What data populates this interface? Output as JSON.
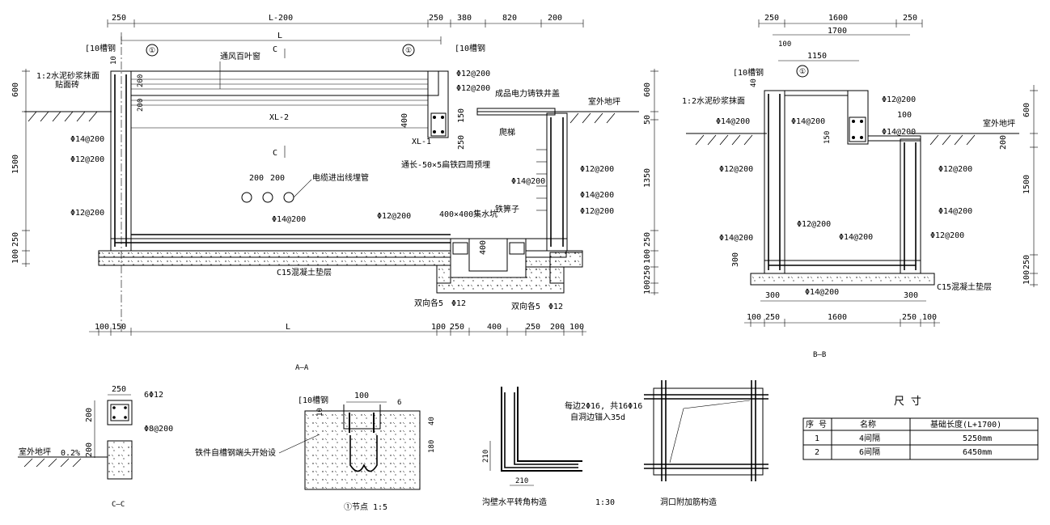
{
  "section_aa": {
    "caption": "A—A",
    "top_dims": [
      "250",
      "L-200",
      "250",
      "380",
      "820",
      "200"
    ],
    "overall_dim": "L",
    "bottom_dims_left": [
      "100",
      "150"
    ],
    "bottom_dim_main": "L",
    "bottom_dims_right": [
      "100",
      "250",
      "400",
      "250",
      "200",
      "100"
    ],
    "left_dims": [
      "600",
      "1500",
      "250",
      "100"
    ],
    "right_dims": [
      "600",
      "50",
      "1350",
      "250",
      "100",
      "250",
      "100"
    ],
    "labels": {
      "channel_left": "[10槽钢",
      "channel_right": "[10槽钢",
      "node_mark": "①",
      "mortar": "1:2水泥砂浆抹面",
      "tile": "贴面砖",
      "louver": "通风百叶窗",
      "cover": "成品电力铸铁井盖",
      "ground": "室外地坪",
      "ladder": "爬梯",
      "beam2": "XL-2",
      "beam1": "XL-1",
      "flatbar": "通长-50×5扁铁四周预埋",
      "conduit": "电缆进出线埋管",
      "sump": "400×400集水坑",
      "grate": "铁箅子",
      "cushion": "C15混凝土垫层",
      "two_way_l": "双向各5",
      "two_way_r": "双向各5",
      "bar_two_way": "Φ12",
      "bar_200_a": "200",
      "bar_200_b": "200",
      "sect_c": "C",
      "beam_dim_400": "400",
      "beam_dim_150": "150",
      "beam_dim_250": "250",
      "sump_dim_400": "400",
      "dim_10": "10",
      "dim_200": "200",
      "dim_200b": "200",
      "r1": "Φ12@200",
      "r2": "Φ12@200",
      "r3": "Φ14@200",
      "r4": "Φ12@200",
      "r5": "Φ12@200",
      "r6": "Φ14@200",
      "r7": "Φ12@200",
      "r8": "Φ14@200",
      "r9": "Φ12@200",
      "r10": "Φ12@200",
      "r11": "Φ14@200"
    }
  },
  "section_bb": {
    "caption": "B—B",
    "top_dims": [
      "250",
      "1600",
      "250"
    ],
    "dim_1700": "1700",
    "dim_100": "100",
    "dim_1150": "1150",
    "bottom_dims_a": [
      "300",
      "300"
    ],
    "bottom_dims_b": [
      "100",
      "250",
      "1600",
      "250",
      "100"
    ],
    "right_dims": [
      "600",
      "200",
      "1500",
      "250",
      "100"
    ],
    "left_dims": [
      "300"
    ],
    "labels": {
      "channel": "[10槽钢",
      "node_mark": "①",
      "mortar": "1:2水泥砂浆抹面",
      "ground": "室外地坪",
      "cushion": "C15混凝土垫层",
      "dim_100b": "100",
      "dim_150": "150",
      "dim_40": "40",
      "r1": "Φ14@200",
      "r2": "Φ14@200",
      "r3": "Φ12@200",
      "r4": "Φ12@200",
      "r5": "Φ12@200",
      "r6": "Φ14@200",
      "r7": "Φ12@200",
      "r8": "Φ14@200",
      "r9": "Φ14@200",
      "r10": "Φ12@200",
      "r11": "Φ14@200",
      "r12": "Φ14@200"
    }
  },
  "section_cc": {
    "caption": "C—C",
    "dims": [
      "250",
      "200",
      "200"
    ],
    "bar_main": "6Φ12",
    "bar_stirrup": "Φ8@200",
    "ground": "室外地坪",
    "slope": "0.2%"
  },
  "node_detail": {
    "caption": "①节点 1:5",
    "channel": "[10槽钢",
    "dim_100": "100",
    "dim_6": "6",
    "dim_10": "10",
    "dim_40": "40",
    "dim_180": "180",
    "note": "铁件自槽钢端头开始设"
  },
  "corner_detail": {
    "caption": "沟壁水平转角构造",
    "dims": [
      "210",
      "210"
    ]
  },
  "scale_note": "1:30",
  "opening_detail": {
    "caption": "洞口附加筋构造",
    "note1": "每边2Φ16, 共16Φ16",
    "note2": "自洞边锚入35d"
  },
  "size_table": {
    "title": "尺    寸",
    "headers": [
      "序 号",
      "名称",
      "基础长度(L+1700)"
    ],
    "rows": [
      [
        "1",
        "4间隔",
        "5250mm"
      ],
      [
        "2",
        "6间隔",
        "6450mm"
      ]
    ]
  }
}
